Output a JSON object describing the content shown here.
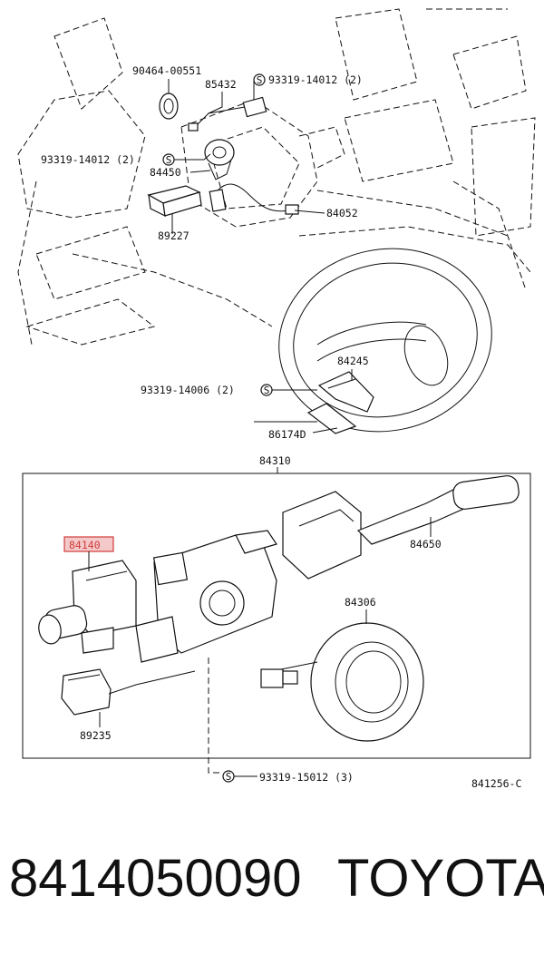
{
  "labels": {
    "p90464": "90464-00551",
    "p85432": "85432",
    "p93319_14012_a": "93319-14012 (2)",
    "p93319_14012_b": "93319-14012 (2)",
    "p84450": "84450",
    "p84052": "84052",
    "p89227": "89227",
    "p84245": "84245",
    "p93319_14006": "93319-14006 (2)",
    "p86174D": "86174D",
    "p84310": "84310",
    "p84140": "84140",
    "p84650": "84650",
    "p84306": "84306",
    "p89235": "89235",
    "p93319_15012": "93319-15012 (3)",
    "diagram_code": "841256-C"
  },
  "screw_symbol": "S",
  "footer": {
    "part_number": "8414050090",
    "brand": "TOYOTA"
  },
  "colors": {
    "highlight_fill": "#f3c9c9",
    "highlight_border": "#d23b3b"
  }
}
